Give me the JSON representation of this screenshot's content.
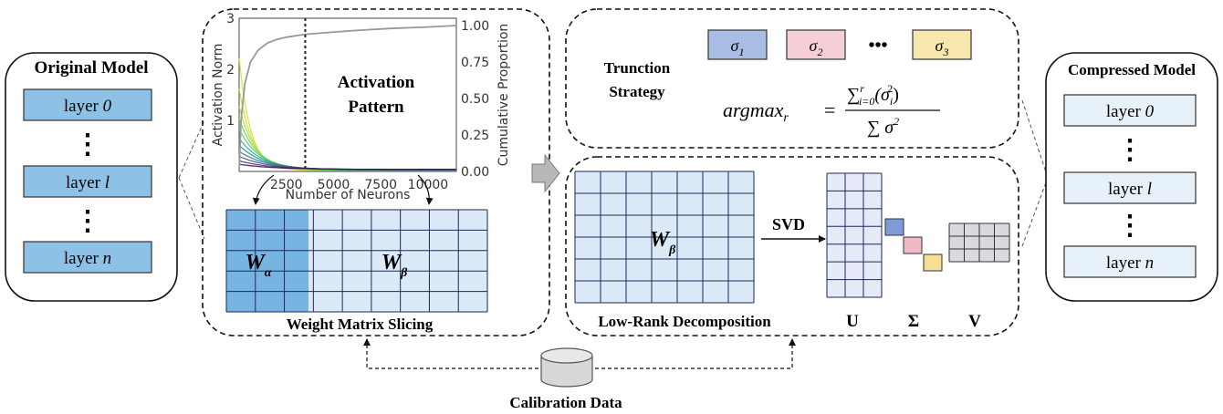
{
  "original_model": {
    "title": "Original Model",
    "layers": [
      {
        "prefix": "layer ",
        "index": "0"
      },
      {
        "prefix": "layer ",
        "index": "l"
      },
      {
        "prefix": "layer ",
        "index": "n"
      }
    ],
    "layer_fill": "#8ec1e6",
    "ellipsis": "⋮"
  },
  "compressed_model": {
    "title": "Compressed Model",
    "layers": [
      {
        "prefix": "layer ",
        "index": "0"
      },
      {
        "prefix": "layer ",
        "index": "l"
      },
      {
        "prefix": "layer ",
        "index": "n"
      }
    ],
    "layer_fill": "#e6f1fa",
    "ellipsis": "⋮"
  },
  "activation_panel": {
    "overlay_title_line1": "Activation",
    "overlay_title_line2": "Pattern",
    "slicing_label": "Weight Matrix Slicing",
    "w_alpha": "W",
    "w_alpha_sub": "α",
    "w_beta": "W",
    "w_beta_sub": "β",
    "alpha_fill": "#78b4e2",
    "beta_fill": "#dceaf7"
  },
  "chart_data": {
    "type": "line",
    "xlabel": "Number of Neurons",
    "ylabel": "Activation Norm",
    "y2label": "Cumulative Proportion",
    "x_ticks": [
      "2500",
      "5000",
      "7500",
      "10000"
    ],
    "y_ticks": [
      "3",
      "2",
      "1"
    ],
    "y2_ticks": [
      "1.00",
      "0.75",
      "0.50",
      "0.25",
      "0.00"
    ],
    "xlim": [
      0,
      11500
    ],
    "ylim": [
      0,
      3
    ],
    "y2lim": [
      0,
      1.05
    ],
    "cutoff_x": 3500,
    "cumulative_series": {
      "color": "#999999",
      "x": [
        0,
        100,
        300,
        600,
        1000,
        1500,
        2000,
        2500,
        3000,
        3500,
        4500,
        6000,
        8000,
        10000,
        11500
      ],
      "y": [
        0.0,
        0.35,
        0.6,
        0.75,
        0.83,
        0.88,
        0.905,
        0.92,
        0.93,
        0.94,
        0.95,
        0.965,
        0.98,
        0.99,
        1.0
      ]
    },
    "norm_series_colors": [
      "#d9e021",
      "#c5df2a",
      "#a8db34",
      "#7ad151",
      "#52c569",
      "#2db27d",
      "#21918c",
      "#2c728e",
      "#3b528b",
      "#472d7b",
      "#440154"
    ],
    "norm_series_peaks": [
      2.2,
      1.6,
      1.25,
      1.0,
      0.8,
      0.62,
      0.48,
      0.36,
      0.26,
      0.17,
      0.1
    ]
  },
  "truncation": {
    "title_line1": "Trunction",
    "title_line2": "Strategy",
    "sigmas": [
      {
        "sym": "σ",
        "sub": "1",
        "fill": "#a7bde3"
      },
      {
        "sym": "σ",
        "sub": "2",
        "fill": "#f6cfd6"
      },
      {
        "sym": "σ",
        "sub": "3",
        "fill": "#f8e7ad"
      }
    ],
    "ellipsis": "•••",
    "formula_lhs": "argmax",
    "formula_lhs_sub": "r",
    "formula_equals": "=",
    "formula_num_sum": "∑",
    "formula_num_sup": "r",
    "formula_num_sub": "i=0",
    "formula_num_body": "(σ",
    "formula_num_body_sub": "i",
    "formula_num_body_sup": "2",
    "formula_num_close": ")",
    "formula_den": "∑ σ",
    "formula_den_sup": "2"
  },
  "decomposition": {
    "w_beta": "W",
    "w_beta_sub": "β",
    "svd_label": "SVD",
    "label": "Low-Rank Decomposition",
    "u_label": "U",
    "sigma_label": "Σ",
    "v_label": "V",
    "sigma_block_colors": [
      "#7f9bd6",
      "#f3b8c6",
      "#f6de95"
    ],
    "u_fill": "#e6eaf8",
    "v_fill": "#d9d9de",
    "w_fill": "#dceaf7"
  },
  "calibration": {
    "label": "Calibration Data"
  }
}
